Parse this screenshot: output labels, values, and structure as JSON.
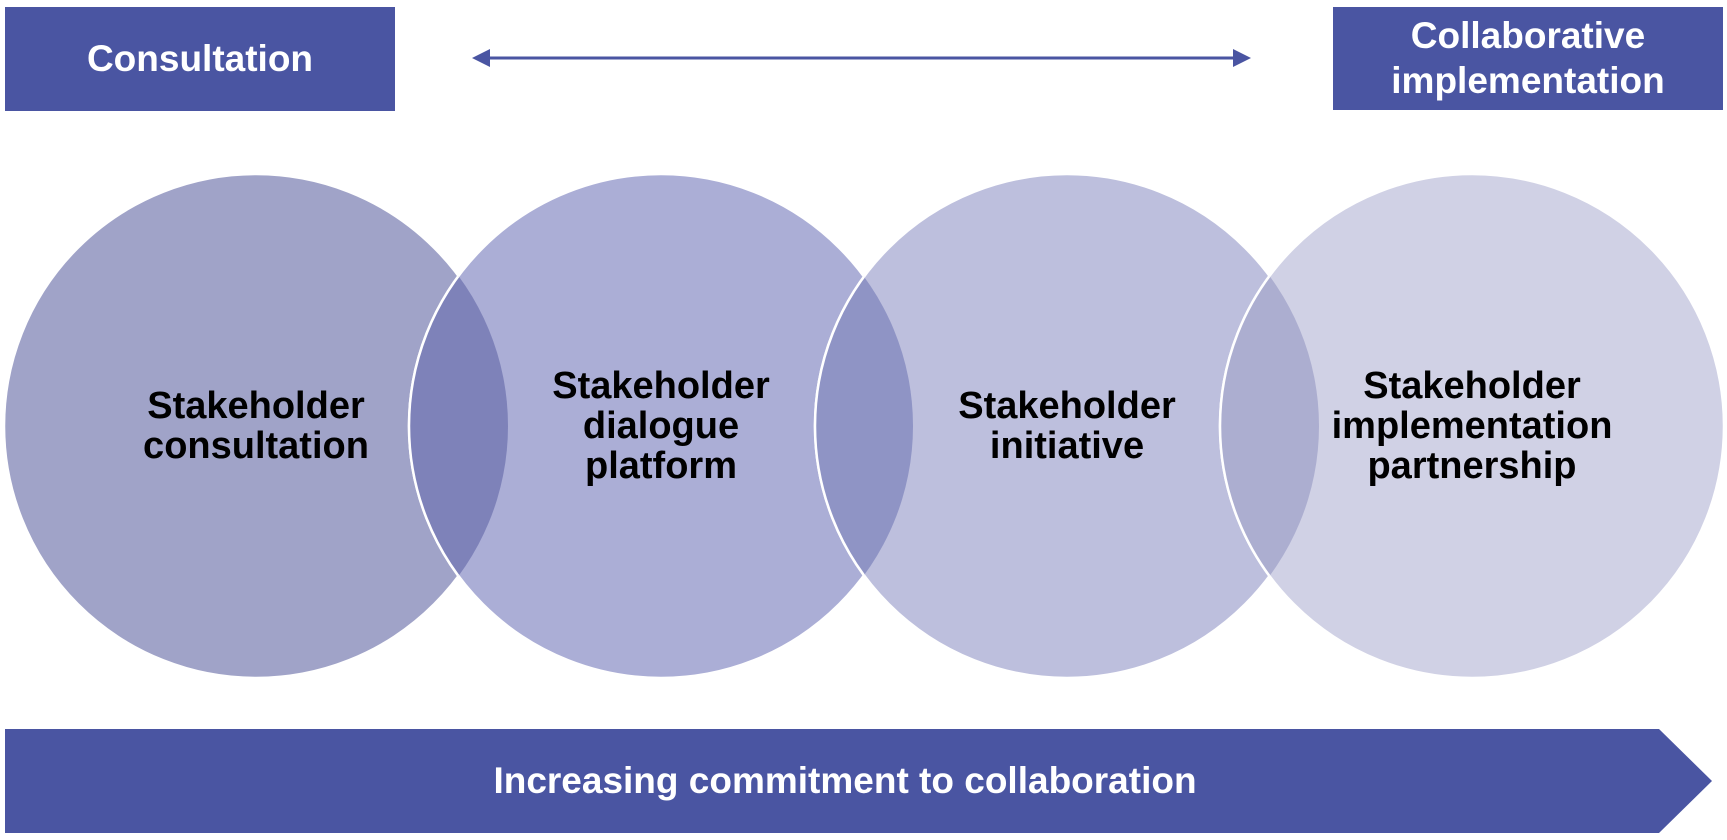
{
  "header": {
    "left_label": "Consultation",
    "right_label": "Collaborative\nimplementation"
  },
  "circles": [
    {
      "label": "Stakeholder\nconsultation",
      "fill": "#a0a3c8"
    },
    {
      "label": "Stakeholder\ndialogue\nplatform",
      "fill": "#abaed6"
    },
    {
      "label": "Stakeholder\ninitiative",
      "fill": "#bdbfdd"
    },
    {
      "label": "Stakeholder\nimplementation\npartnership",
      "fill": "#d0d1e5"
    }
  ],
  "overlap_colors": [
    "#7e82b9",
    "#8f94c5",
    "#acaed0"
  ],
  "banner": {
    "label": "Increasing commitment to collaboration"
  },
  "colors": {
    "accent": "#4a55a2",
    "text_dark": "#000000",
    "text_light": "#ffffff"
  }
}
